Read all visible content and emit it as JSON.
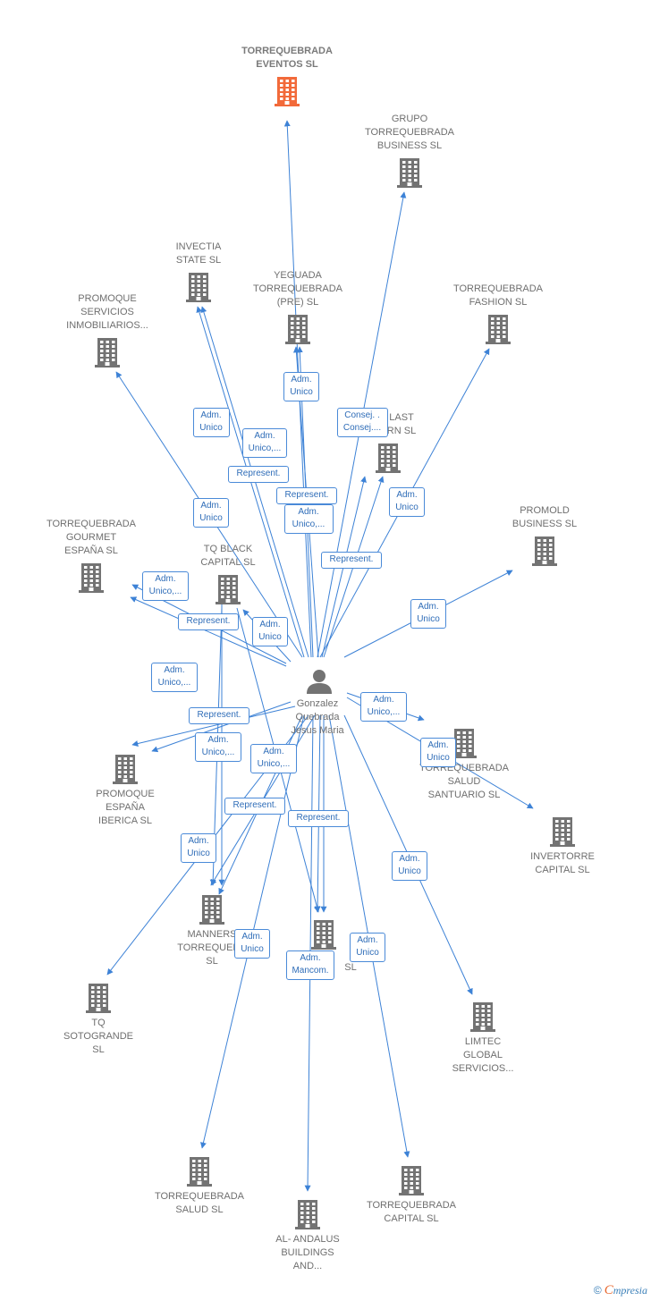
{
  "colors": {
    "edge": "#3d82d6",
    "building": "#737373",
    "building_main": "#f26a3a",
    "label": "#6f6f6f"
  },
  "center": {
    "name": "Gonzalez\nQuebrada\nJesus Maria",
    "icon": "person-icon"
  },
  "companies": [
    {
      "id": "eventos",
      "name": "TORREQUEBRADA\nEVENTOS  SL",
      "main": true
    },
    {
      "id": "grupo",
      "name": "GRUPO\nTORREQUEBRADA\nBUSINESS  SL"
    },
    {
      "id": "invectia",
      "name": "INVECTIA\nSTATE  SL"
    },
    {
      "id": "yeguada",
      "name": "YEGUADA\nTORREQUEBRADA\n(PRE)  SL"
    },
    {
      "id": "fashion",
      "name": "TORREQUEBRADA\nFASHION  SL"
    },
    {
      "id": "promoque_serv",
      "name": "PROMOQUE\nSERVICIOS\nINMOBILIARIOS..."
    },
    {
      "id": "last",
      "name": "LAST\nRN  SL"
    },
    {
      "id": "gourmet",
      "name": "TORREQUEBRADA\nGOURMET\nESPAÑA  SL"
    },
    {
      "id": "tqblack",
      "name": "TQ BLACK\nCAPITAL  SL"
    },
    {
      "id": "promold",
      "name": "PROMOLD\nBUSINESS  SL"
    },
    {
      "id": "salud_sant",
      "name": "TORREQUEBRADA\nSALUD\nSANTUARIO  SL"
    },
    {
      "id": "promoque_esp",
      "name": "PROMOQUE\nESPAÑA\nIBERICA  SL"
    },
    {
      "id": "invertorre",
      "name": "INVERTORRE\nCAPITAL  SL"
    },
    {
      "id": "manners",
      "name": "MANNERS\nTORREQUEBR\nSL"
    },
    {
      "id": "sl_mid",
      "name": "SL"
    },
    {
      "id": "tqsoto",
      "name": "TQ\nSOTOGRANDE\nSL"
    },
    {
      "id": "limtec",
      "name": "LIMTEC\nGLOBAL\nSERVICIOS..."
    },
    {
      "id": "salud",
      "name": "TORREQUEBRADA\nSALUD  SL"
    },
    {
      "id": "capital",
      "name": "TORREQUEBRADA\nCAPITAL  SL"
    },
    {
      "id": "alandalus",
      "name": "AL- ANDALUS\nBUILDINGS\nAND..."
    }
  ],
  "relations": [
    "Adm.\nUnico",
    "Adm.\nUnico",
    "Adm.\nUnico,...",
    "Consej. .\nConsej....",
    "Represent.",
    "Adm.\nUnico",
    "Represent.",
    "Adm.\nUnico",
    "Adm.\nUnico,...",
    "Represent.",
    "Adm.\nUnico,...",
    "Represent.",
    "Adm.\nUnico",
    "Adm.\nUnico",
    "Adm.\nUnico,...",
    "Adm.\nUnico,...",
    "Represent.",
    "Adm.\nUnico",
    "Adm.\nUnico,...",
    "Adm.\nUnico,...",
    "Represent.",
    "Represent.",
    "Adm.\nUnico",
    "Adm.\nUnico",
    "Adm.\nUnico",
    "Adm.\nMancom.",
    "Adm.\nUnico"
  ],
  "footer": {
    "copyright": "©",
    "brand_initial": "C",
    "brand_rest": "mpresia"
  }
}
